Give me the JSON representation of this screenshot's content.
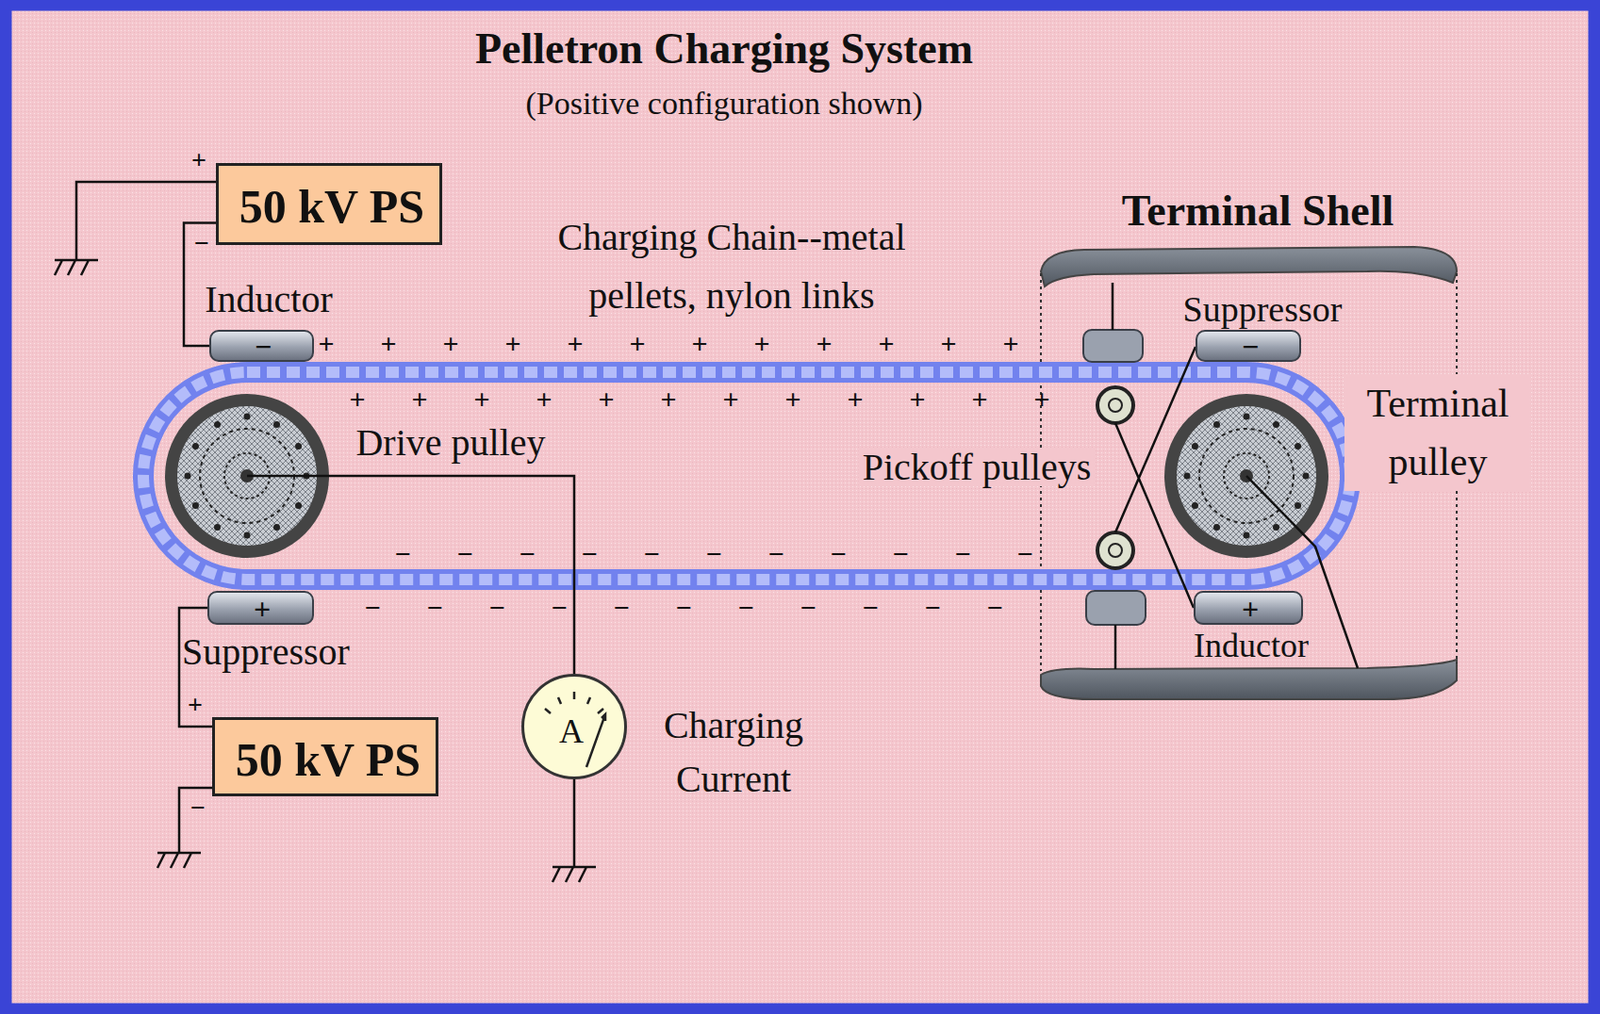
{
  "diagram": {
    "title": "Pelletron Charging System",
    "nodes": [
      {
        "text": [
          "50 kV PS"
        ]
      },
      {
        "text": [
          "Inductor",
          "−"
        ]
      },
      {
        "text": [
          "Terminal Shell"
        ]
      },
      {
        "text": [
          "Suppressor",
          "−"
        ],
        "in": 2
      },
      {
        "text": [
          "+",
          "Inductor"
        ],
        "in": 2
      },
      {
        "text": [
          "+",
          "Suppressor"
        ]
      },
      {
        "text": [
          "50 kV PS"
        ]
      },
      {
        "text": [
          "A",
          "Charging Current"
        ]
      }
    ],
    "edges": [
      {
        "from": 0,
        "to": 1,
        "arrow": "none"
      },
      {
        "from": 5,
        "to": 6,
        "arrow": "none"
      }
    ],
    "labels": [
      "(Positive configuration shown)",
      "Charging Chain--metal pellets, nylon links",
      "Drive pulley",
      "Pickoff pulleys",
      "Terminal pulley",
      "+",
      "−",
      "+",
      "−",
      "+",
      "+",
      "+",
      "+",
      "+",
      "+",
      "+",
      "+",
      "+",
      "+",
      "+",
      "+",
      "+",
      "+",
      "+",
      "+",
      "+",
      "+",
      "+",
      "+",
      "+",
      "+",
      "+",
      "+",
      "−",
      "−",
      "−",
      "−",
      "−",
      "−",
      "−",
      "−",
      "−",
      "−",
      "−",
      "−",
      "−",
      "−",
      "−",
      "−",
      "−",
      "−",
      "−",
      "−",
      "−",
      "−"
    ]
  }
}
